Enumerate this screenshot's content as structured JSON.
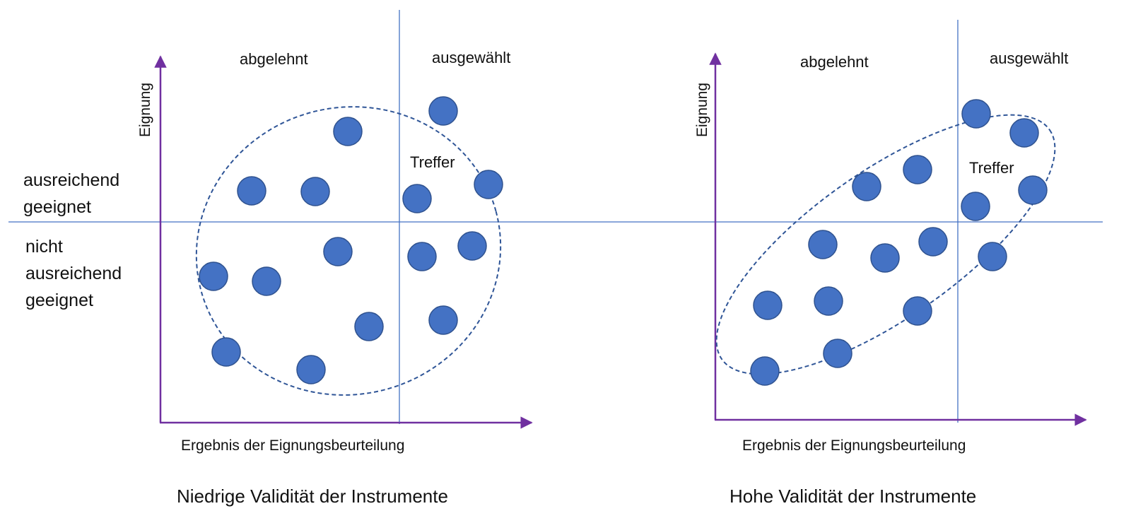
{
  "left_labels": {
    "adequate": [
      "ausreichend",
      "geeignet"
    ],
    "not_adequate": [
      "nicht",
      "ausreichend",
      "geeignet"
    ]
  },
  "panels": [
    {
      "id": "low",
      "y_axis_label": "Eignung",
      "x_axis_label": "Ergebnis der Eignungsbeurteilung",
      "quadrant_rejected": "abgelehnt",
      "quadrant_selected": "ausgewählt",
      "hit_label": "Treffer",
      "caption": "Niedrige Validität der Instrumente"
    },
    {
      "id": "high",
      "y_axis_label": "Eignung",
      "x_axis_label": "Ergebnis der Eignungsbeurteilung",
      "quadrant_rejected": "abgelehnt",
      "quadrant_selected": "ausgewählt",
      "hit_label": "Treffer",
      "caption": "Hohe Validität der Instrumente"
    }
  ],
  "colors": {
    "axis": "#7030a0",
    "divider": "#4472c4",
    "dot_fill": "#4472c4",
    "dot_stroke": "#2f528f",
    "ellipse": "#2f5597"
  }
}
